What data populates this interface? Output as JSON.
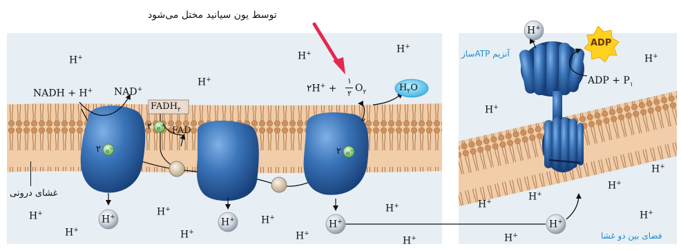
{
  "note_cyanide": "توسط یون سیانید مختل می‌شود",
  "label_inner_membrane": "غشای درونی",
  "label_atp_synthase": "آنزیم ATPساز",
  "label_intermembrane_space": "فضای بین دو غشا",
  "h_plus_base": "H",
  "h_plus_sup": "+",
  "nadh_h": "NADH + H",
  "nadh_sup": "+",
  "nad": "NAD",
  "nad_sup": "+",
  "fadh2": "FADH",
  "fadh2_sub": "۲",
  "fad": "FAD",
  "two_e_1": "۲",
  "two_e_2": "۲",
  "two_e_3": "۲",
  "e_label": "e",
  "e_sup": "−",
  "water_eq_left": "۲H",
  "water_eq_plus": "+",
  "half_num": "۱",
  "half_den": "۲",
  "o2": "O",
  "o2_sub": "۲",
  "h2o": "H",
  "h2o_sub": "۲",
  "h2o_o": "O",
  "adp": "ADP",
  "adp_p": "ADP + P",
  "adp_p_sub": "۱",
  "colors": {
    "protein": "#2f66a8",
    "membrane": "#e6b48f",
    "head": "#c98a56",
    "panel": "#e7eef4",
    "arrow_red": "#e5284f",
    "label_blue": "#1b8bc9",
    "adp_star": "#ffd21f"
  }
}
